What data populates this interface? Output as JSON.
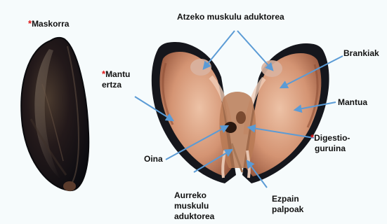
{
  "labels": {
    "maskorra": {
      "star": "*",
      "text": "Maskorra"
    },
    "atzeko": {
      "text": "Atzeko muskulu aduktorea"
    },
    "brankiak": {
      "text": "Brankiak"
    },
    "mantu_ertza": {
      "star": "*",
      "line1": "Mantu",
      "line2": "ertza"
    },
    "mantua": {
      "text": "Mantua"
    },
    "digestio": {
      "star": "*",
      "line1": "Digestio-",
      "line2": "guruina"
    },
    "oina": {
      "text": "Oina"
    },
    "aurreko": {
      "line1": "Aurreko",
      "line2": "muskulu",
      "line3": "aduktorea"
    },
    "ezpain": {
      "line1": "Ezpain",
      "line2": "palpoak"
    }
  },
  "colors": {
    "background": "#f6fbfc",
    "pointer": "#5b9bd5",
    "star": "#e01818",
    "shell_dark": "#15161c",
    "mantle": "#c98a67",
    "gill": "#e8b69a"
  }
}
